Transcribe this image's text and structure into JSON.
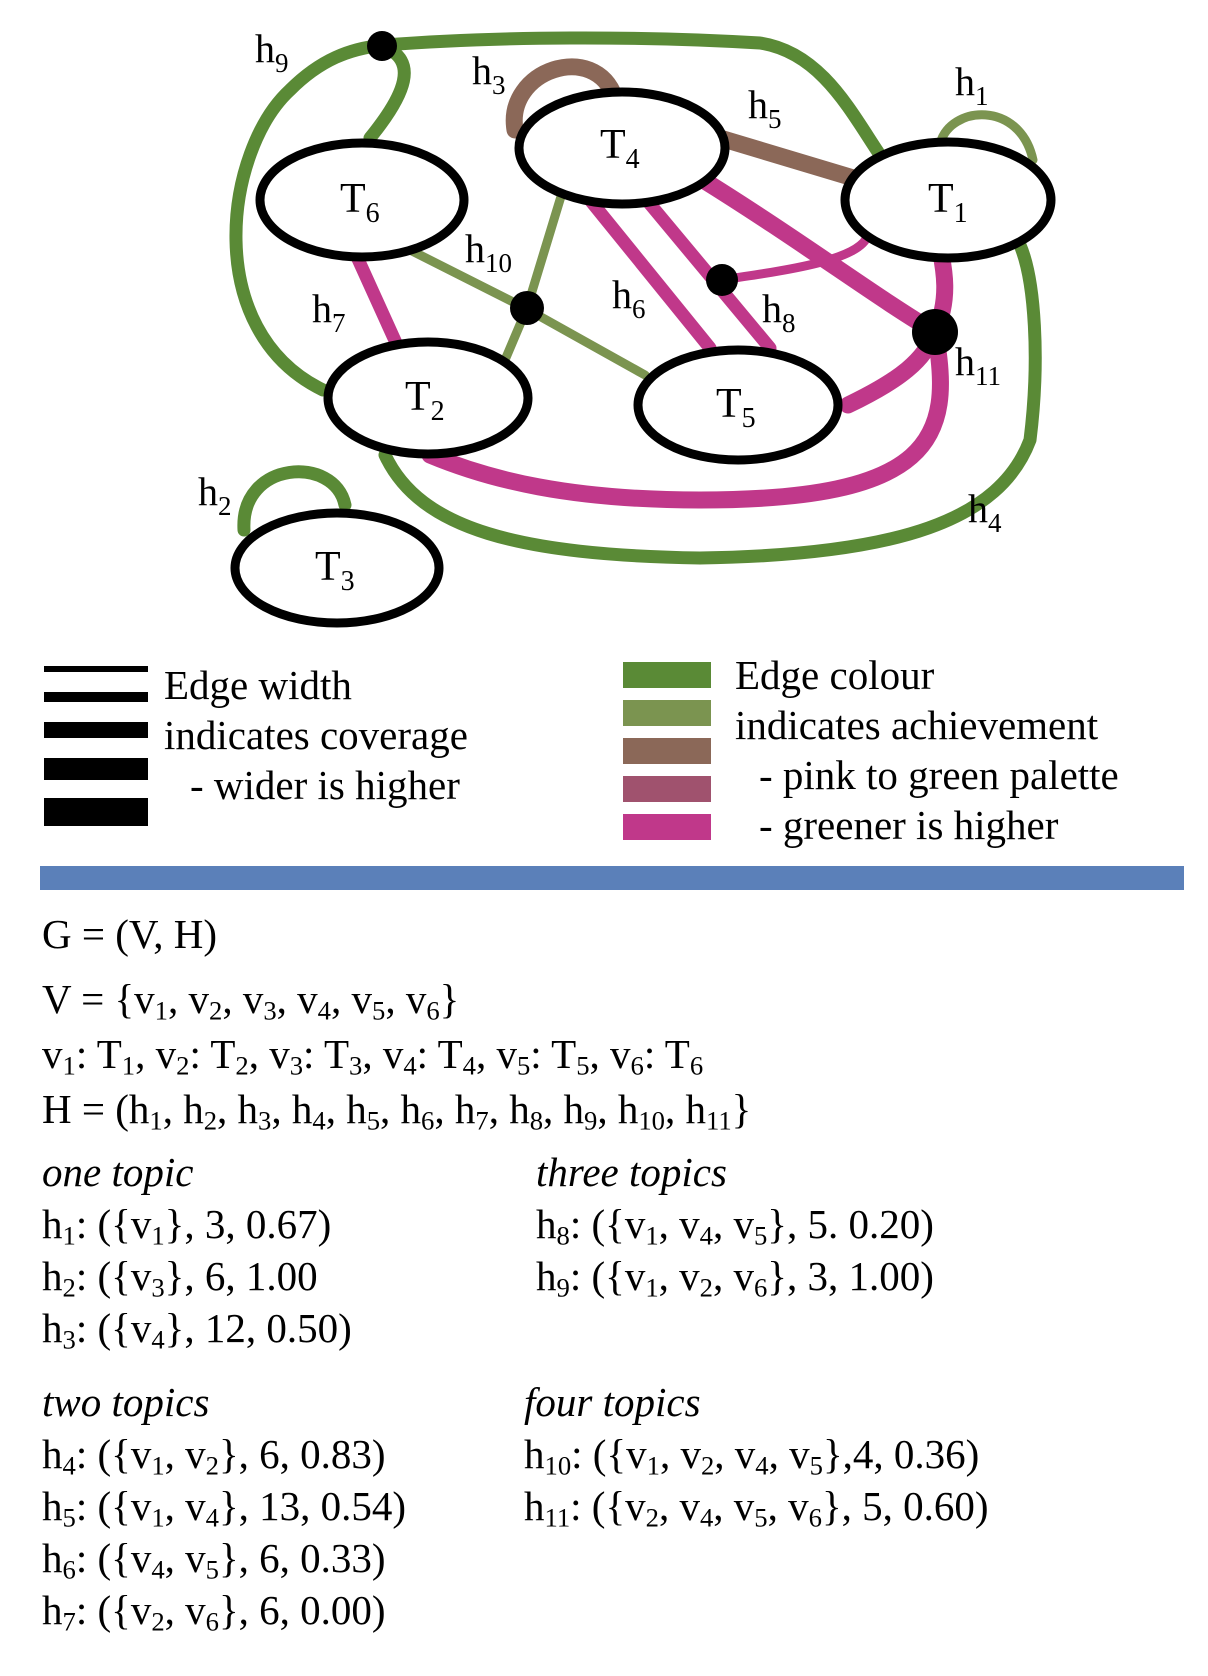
{
  "graph": {
    "nodes": [
      {
        "id": "T1",
        "base": "T",
        "sub": "1"
      },
      {
        "id": "T2",
        "base": "T",
        "sub": "2"
      },
      {
        "id": "T3",
        "base": "T",
        "sub": "3"
      },
      {
        "id": "T4",
        "base": "T",
        "sub": "4"
      },
      {
        "id": "T5",
        "base": "T",
        "sub": "5"
      },
      {
        "id": "T6",
        "base": "T",
        "sub": "6"
      }
    ],
    "edge_labels": [
      {
        "id": "h1",
        "base": "h",
        "sub": "1"
      },
      {
        "id": "h2",
        "base": "h",
        "sub": "2"
      },
      {
        "id": "h3",
        "base": "h",
        "sub": "3"
      },
      {
        "id": "h4",
        "base": "h",
        "sub": "4"
      },
      {
        "id": "h5",
        "base": "h",
        "sub": "5"
      },
      {
        "id": "h6",
        "base": "h",
        "sub": "6"
      },
      {
        "id": "h7",
        "base": "h",
        "sub": "7"
      },
      {
        "id": "h8",
        "base": "h",
        "sub": "8"
      },
      {
        "id": "h9",
        "base": "h",
        "sub": "9"
      },
      {
        "id": "h10",
        "base": "h",
        "sub": "10"
      },
      {
        "id": "h11",
        "base": "h",
        "sub": "11"
      }
    ],
    "colors": {
      "green": "#5a8a36",
      "light_green": "#7b9450",
      "brown": "#8b6858",
      "mauve": "#a0526e",
      "pink": "#c0388a",
      "node_stroke": "#000000",
      "divider": "#5b80b9"
    }
  },
  "legend": {
    "width": {
      "line1": "Edge width",
      "line2": "indicates coverage",
      "line3": "- wider is higher"
    },
    "colour": {
      "line1": "Edge colour",
      "line2": "indicates achievement",
      "line3": "- pink to green palette",
      "line4": "- greener is higher"
    }
  },
  "math": {
    "g_def": "G = (V, H)",
    "v_prefix": "V = {",
    "v_items": [
      "v1",
      "v2",
      "v3",
      "v4",
      "v5",
      "v6"
    ],
    "v_suffix": "}",
    "mapping": [
      {
        "v": "1",
        "t": "1"
      },
      {
        "v": "2",
        "t": "2"
      },
      {
        "v": "3",
        "t": "3"
      },
      {
        "v": "4",
        "t": "4"
      },
      {
        "v": "5",
        "t": "5"
      },
      {
        "v": "6",
        "t": "6"
      }
    ],
    "h_prefix": "H = (",
    "h_items": [
      "1",
      "2",
      "3",
      "4",
      "5",
      "6",
      "7",
      "8",
      "9",
      "10",
      "11"
    ],
    "h_suffix": "}"
  },
  "groups": {
    "one": {
      "title": "one topic",
      "items": [
        {
          "h": "1",
          "vs": [
            "1"
          ],
          "rest": "}, 3, 0.67)"
        },
        {
          "h": "2",
          "vs": [
            "3"
          ],
          "rest": "}, 6, 1.00"
        },
        {
          "h": "3",
          "vs": [
            "4"
          ],
          "rest": "}, 12, 0.50)"
        }
      ]
    },
    "two": {
      "title": "two topics",
      "items": [
        {
          "h": "4",
          "vs": [
            "1",
            "2"
          ],
          "rest": "}, 6, 0.83)"
        },
        {
          "h": "5",
          "vs": [
            "1",
            "4"
          ],
          "rest": "}, 13, 0.54)"
        },
        {
          "h": "6",
          "vs": [
            "4",
            "5"
          ],
          "rest": "}, 6, 0.33)"
        },
        {
          "h": "7",
          "vs": [
            "2",
            "6"
          ],
          "rest": "}, 6, 0.00)"
        }
      ]
    },
    "three": {
      "title": "three topics",
      "items": [
        {
          "h": "8",
          "vs": [
            "1",
            "4",
            "5"
          ],
          "rest": "}, 5. 0.20)"
        },
        {
          "h": "9",
          "vs": [
            "1",
            "2",
            "6"
          ],
          "rest": "}, 3, 1.00)"
        }
      ]
    },
    "four": {
      "title": "four topics",
      "items": [
        {
          "h": "10",
          "vs": [
            "1",
            "2",
            "4",
            "5"
          ],
          "rest": "},4, 0.36)"
        },
        {
          "h": "11",
          "vs": [
            "2",
            "4",
            "5",
            "6"
          ],
          "rest": "}, 5, 0.60)"
        }
      ]
    }
  }
}
